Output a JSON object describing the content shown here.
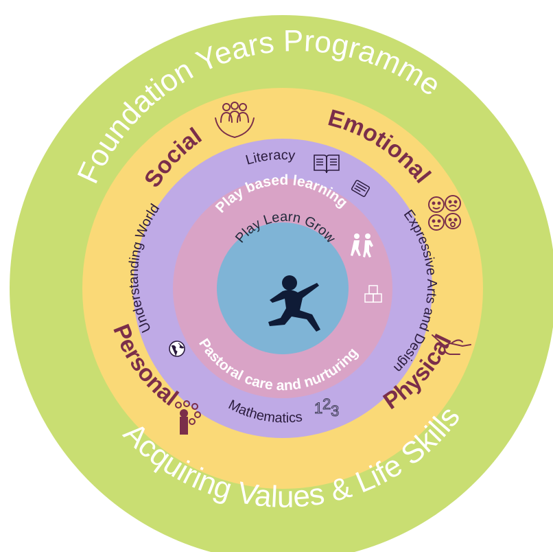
{
  "colors": {
    "outer_ring": "#C9DE72",
    "outer_ring_text": "#FFFFFF",
    "yellow_ring": "#FAD977",
    "yellow_ring_text": "#7A2E4A",
    "purple_ring": "#BFAAE6",
    "purple_ring_text": "#2A1B3D",
    "pink_ring": "#D9A3C6",
    "pink_ring_text": "#FFFFFF",
    "center": "#7FB4D6",
    "center_text": "#1F2A3A",
    "icon_stroke": "#7A2E4A"
  },
  "outer_ring": {
    "top": "Foundation Years Programme",
    "bottom": "Acquiring Values & Life Skills"
  },
  "development_areas": {
    "social": "Social",
    "emotional": "Emotional",
    "personal": "Personal",
    "physical": "Physical"
  },
  "learning_areas": {
    "literacy": "Literacy",
    "understanding_world": "Understanding World",
    "expressive_arts": "Expressive Arts and Design",
    "mathematics": "Mathematics"
  },
  "core_approaches": {
    "top": "Play based learning",
    "bottom": "Pastoral care and nurturing"
  },
  "center": {
    "motto": "Play Learn Grow"
  },
  "icons": {
    "social": "community-hands-icon",
    "emotional": "emotion-faces-icon",
    "personal": "person-ideas-icon",
    "physical": "hand-pointing-icon",
    "literacy": "open-book-icon",
    "understanding_world": "globe-icon",
    "expressive_arts": "paint-palette-icon",
    "mathematics": "numbers-123-icon",
    "play": "children-playing-icon",
    "pastoral": "blocks-icon",
    "center": "jumping-child-silhouette-icon"
  }
}
